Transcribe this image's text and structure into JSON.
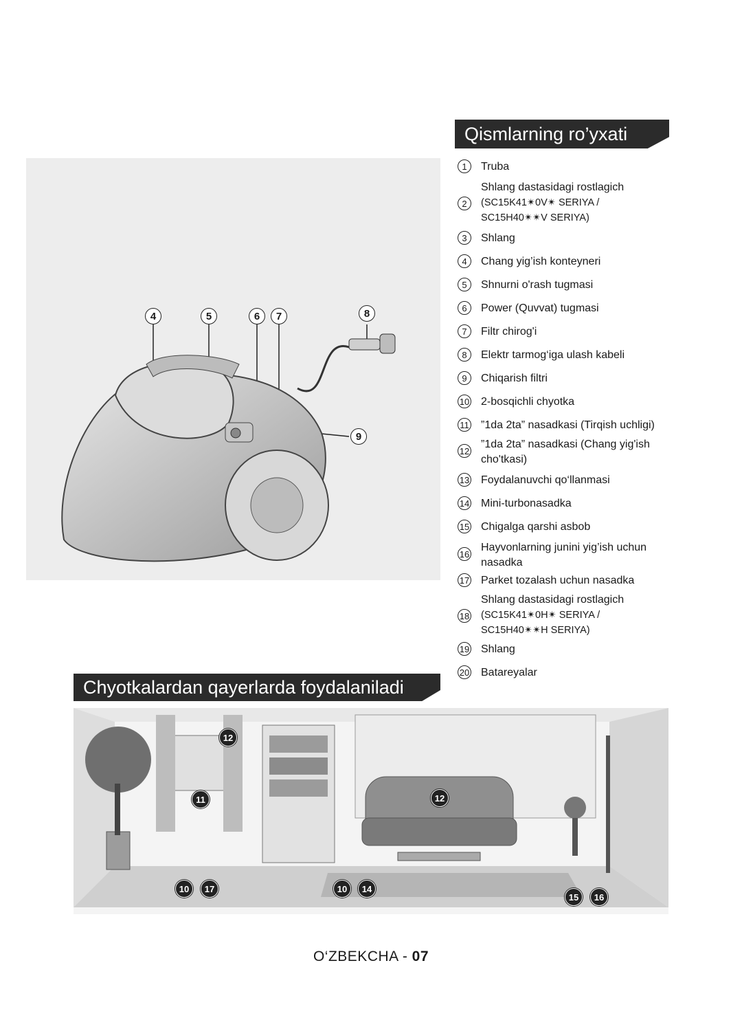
{
  "sections": {
    "parts_title": "Qismlarning ro’yxati",
    "usage_title": "Chyotkalardan qayerlarda foydalaniladi"
  },
  "parts": [
    {
      "num": "1",
      "lines": [
        "Truba"
      ]
    },
    {
      "num": "2",
      "lines": [
        "Shlang dastasidagi rostlagich"
      ],
      "sub": [
        "(SC15K41✴0V✴ SERIYA /",
        "SC15H40✴✴V SERIYA)"
      ]
    },
    {
      "num": "3",
      "lines": [
        "Shlang"
      ]
    },
    {
      "num": "4",
      "lines": [
        "Chang yig’ish konteyneri"
      ]
    },
    {
      "num": "5",
      "lines": [
        "Shnurni o'rash tugmasi"
      ]
    },
    {
      "num": "6",
      "lines": [
        "Power (Quvvat) tugmasi"
      ]
    },
    {
      "num": "7",
      "lines": [
        "Filtr chirog'i"
      ]
    },
    {
      "num": "8",
      "lines": [
        "Elektr tarmog‘iga ulash kabeli"
      ]
    },
    {
      "num": "9",
      "lines": [
        "Chiqarish filtri"
      ]
    },
    {
      "num": "10",
      "lines": [
        "2-bosqichli chyotka"
      ]
    },
    {
      "num": "11",
      "lines": [
        "”1da 2ta” nasadkasi (Tirqish uchligi)"
      ]
    },
    {
      "num": "12",
      "lines": [
        "”1da 2ta” nasadkasi (Chang yig'ish",
        "cho'tkasi)"
      ]
    },
    {
      "num": "13",
      "lines": [
        "Foydalanuvchi qo‘llanmasi"
      ]
    },
    {
      "num": "14",
      "lines": [
        "Mini-turbonasadka"
      ]
    },
    {
      "num": "15",
      "lines": [
        "Chigalga qarshi asbob"
      ]
    },
    {
      "num": "16",
      "lines": [
        "Hayvonlarning junini yig’ish uchun",
        "nasadka"
      ]
    },
    {
      "num": "17",
      "lines": [
        "Parket tozalash uchun nasadka"
      ]
    },
    {
      "num": "18",
      "lines": [
        "Shlang dastasidagi rostlagich"
      ],
      "sub": [
        "(SC15K41✴0H✴ SERIYA /",
        "SC15H40✴✴H SERIYA)"
      ]
    },
    {
      "num": "19",
      "lines": [
        "Shlang"
      ]
    },
    {
      "num": "20",
      "lines": [
        "Batareyalar"
      ]
    }
  ],
  "figure_callouts": [
    "4",
    "5",
    "6",
    "7",
    "8",
    "9"
  ],
  "room_badges": [
    "12",
    "11",
    "12",
    "10",
    "17",
    "10",
    "14",
    "15",
    "16"
  ],
  "footer": {
    "language": "O‘ZBEKCHA - ",
    "page": "07"
  }
}
